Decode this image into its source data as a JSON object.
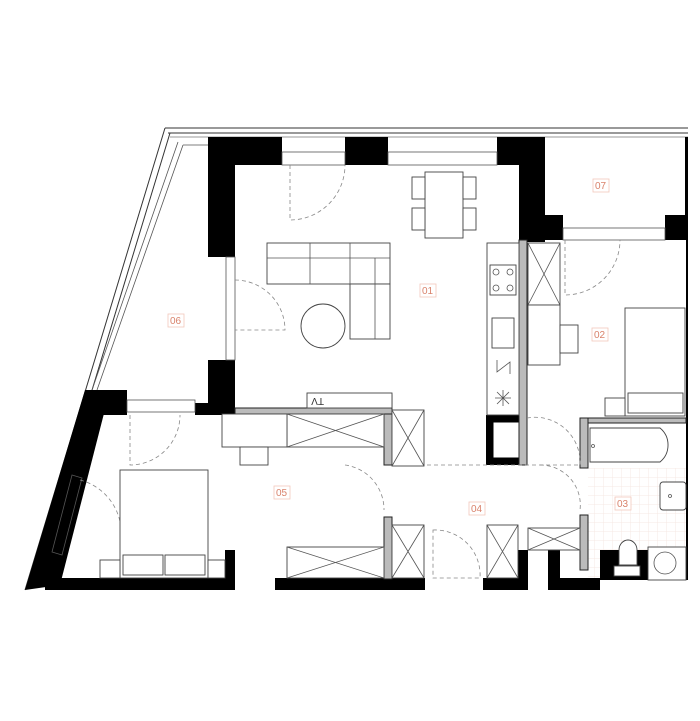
{
  "plan": {
    "rooms": [
      {
        "id": "01"
      },
      {
        "id": "02"
      },
      {
        "id": "03"
      },
      {
        "id": "04"
      },
      {
        "id": "05"
      },
      {
        "id": "06"
      },
      {
        "id": "07"
      }
    ],
    "tv_label": "TV",
    "label_color": "#d9826b",
    "tile_color": "#f4e4de"
  }
}
